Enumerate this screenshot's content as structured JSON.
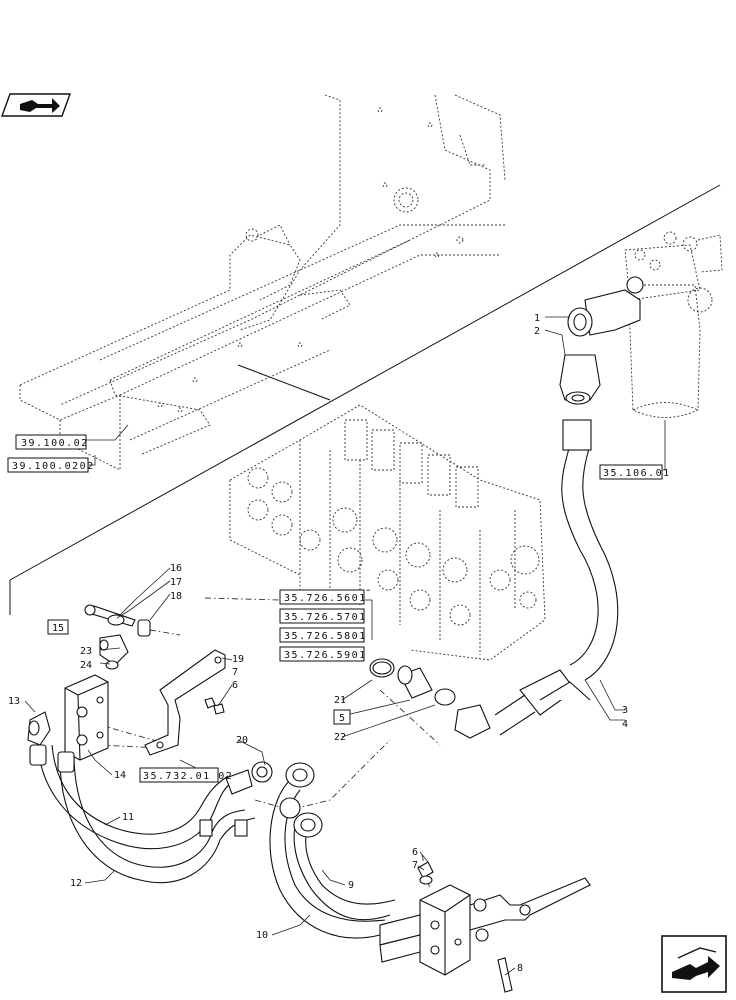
{
  "diagram": {
    "references": {
      "r_39_100_02": "39.100.02",
      "r_39_100_0202": "39.100.0202",
      "r_35_106_01": "35.106.01",
      "r_35_726_5601": "35.726.5601",
      "r_35_726_5701": "35.726.5701",
      "r_35_726_5801": "35.726.5801",
      "r_35_726_5901": "35.726.5901",
      "r_35_732_01_02": "35.732.01 02"
    },
    "callouts": {
      "c1": "1",
      "c2": "2",
      "c3": "3",
      "c4": "4",
      "c5": "5",
      "c6a": "6",
      "c6b": "6",
      "c7a": "7",
      "c7b": "7",
      "c8": "8",
      "c9": "9",
      "c10": "10",
      "c11": "11",
      "c12": "12",
      "c13": "13",
      "c14": "14",
      "c15": "15",
      "c16": "16",
      "c17": "17",
      "c18": "18",
      "c19": "19",
      "c20": "20",
      "c21": "21",
      "c22": "22",
      "c23": "23",
      "c24": "24"
    },
    "icons": {
      "top_left": "book-arrow-icon",
      "bottom_right": "next-page-arrow-icon"
    }
  }
}
